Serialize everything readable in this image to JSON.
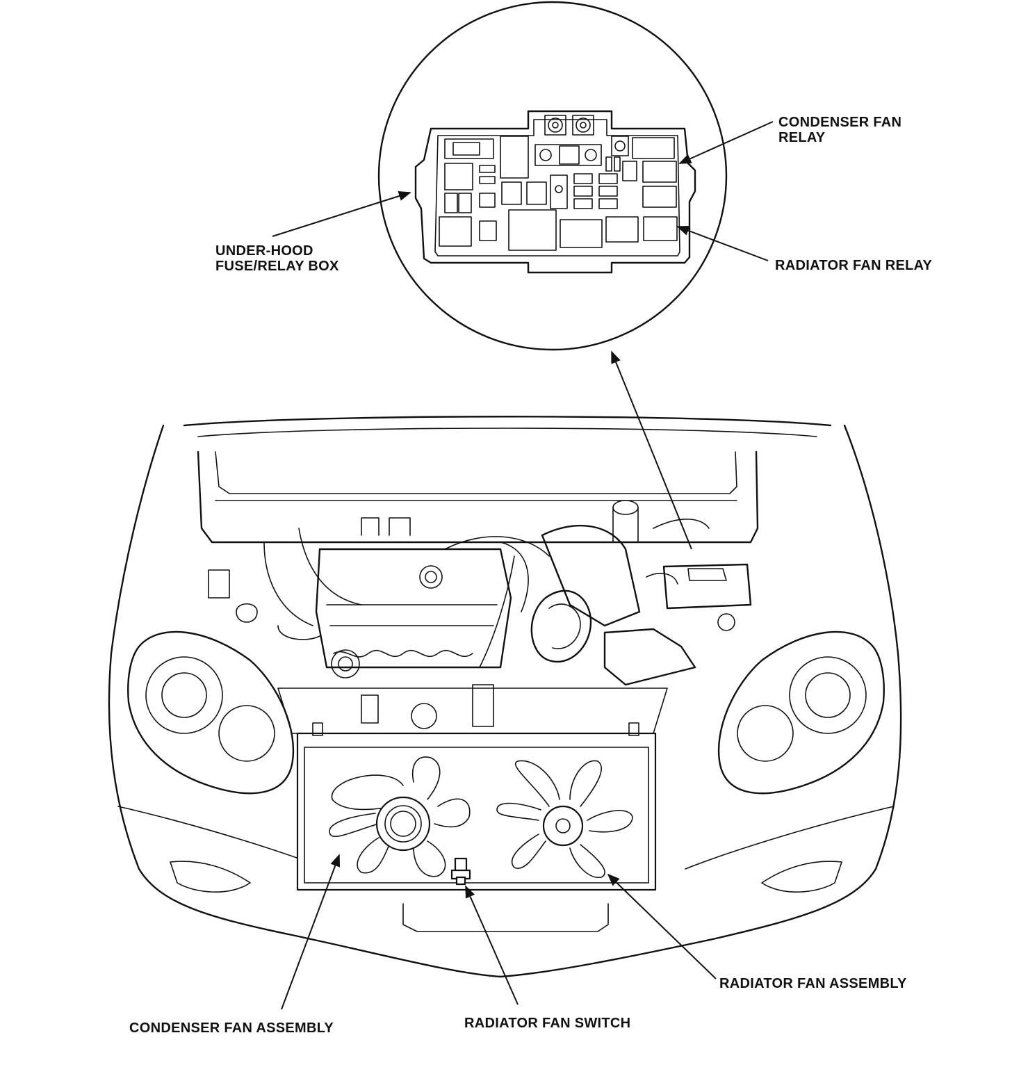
{
  "labels": {
    "condenser_fan_relay": [
      "CONDENSER FAN",
      "RELAY"
    ],
    "under_hood_fuse_relay_box": [
      "UNDER-HOOD",
      "FUSE/RELAY BOX"
    ],
    "radiator_fan_relay": "RADIATOR FAN RELAY",
    "radiator_fan_assembly": "RADIATOR FAN ASSEMBLY",
    "condenser_fan_assembly": "CONDENSER FAN ASSEMBLY",
    "radiator_fan_switch": "RADIATOR FAN SWITCH"
  }
}
